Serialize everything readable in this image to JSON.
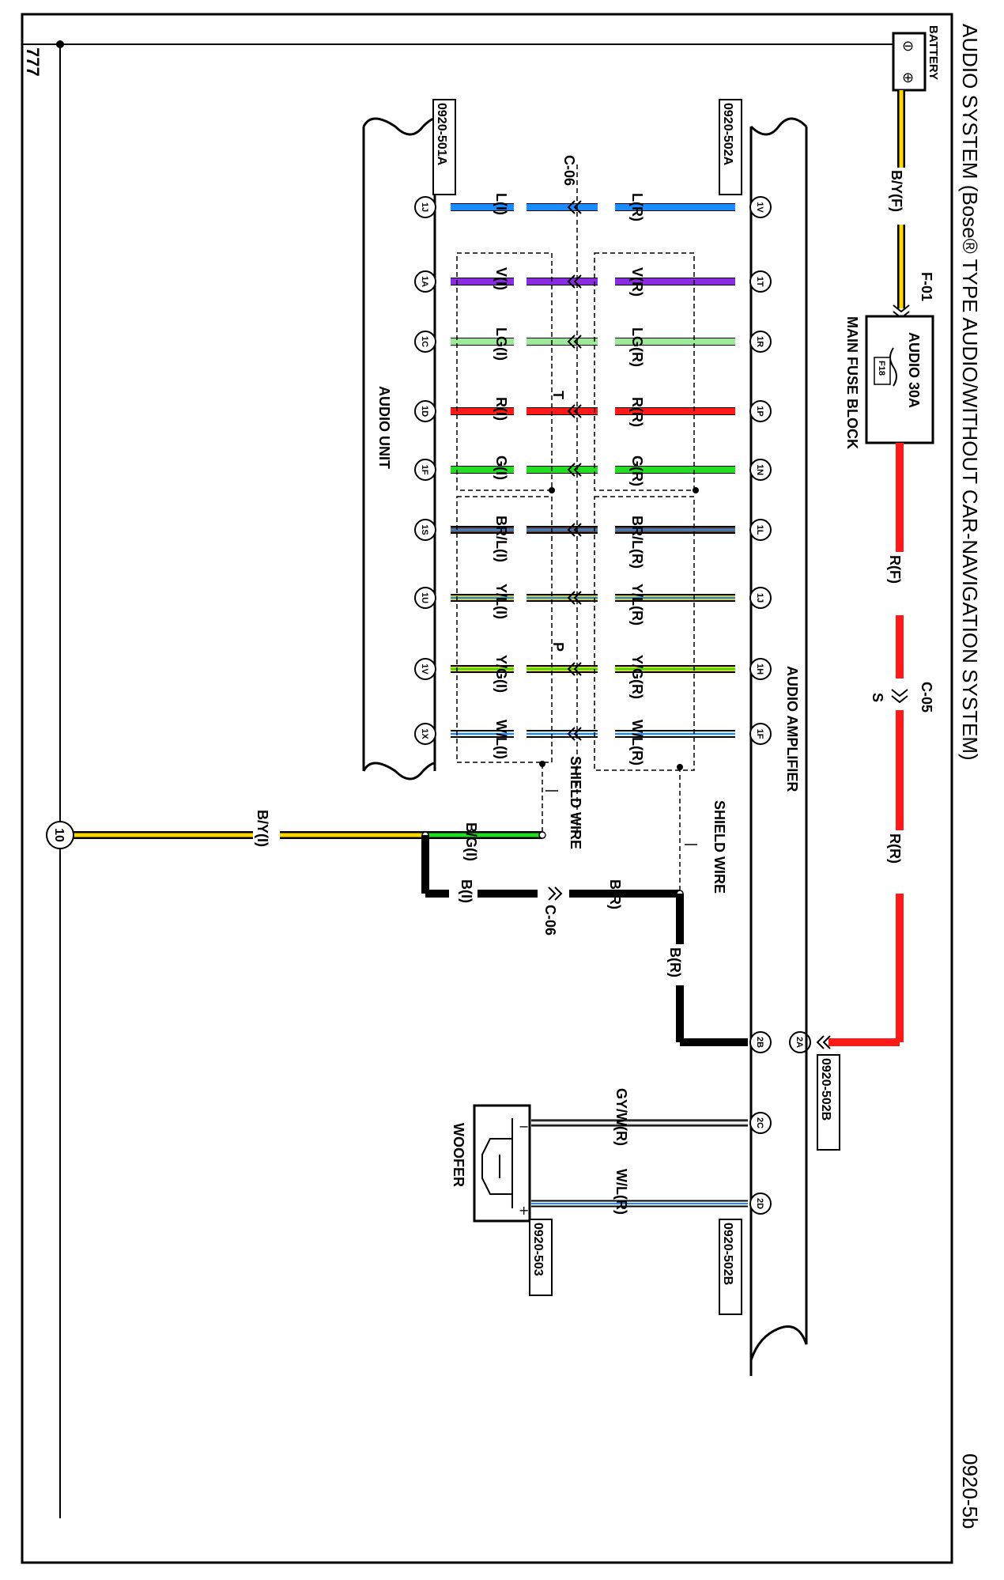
{
  "title": "AUDIO SYSTEM (Bose® TYPE AUDIO/WITHOUT CAR-NAVIGATION SYSTEM)",
  "page_code": "0920-5b",
  "ground_label": "777",
  "battery": {
    "label": "BATTERY",
    "wire": "B/Y(F)"
  },
  "fuse": {
    "connector": "F-01",
    "name": "AUDIO 30A",
    "code": "F18",
    "block": "MAIN FUSE BLOCK"
  },
  "power": {
    "wire_top": "R(F)",
    "connector": "C-05",
    "sublabel": "S",
    "wire_bottom": "R(R)",
    "pin": "2A"
  },
  "connectors": {
    "amp_a": "0920-502A",
    "amp_b_top": "0920-502B",
    "amp_b_bottom": "0920-502B",
    "unit": "0920-501A",
    "woofer": "0920-503"
  },
  "components": {
    "amp": "AUDIO AMPLIFIER",
    "unit": "AUDIO UNIT",
    "woofer": "WOOFER"
  },
  "harness": {
    "connector_label": "C-06",
    "mark_t": "T",
    "mark_p": "P",
    "shield_label": "SHIELD WIRE"
  },
  "wires": [
    {
      "amp_pin": "1V",
      "unit_pin": "1J",
      "left": "L(I)",
      "right": "L(R)"
    },
    {
      "amp_pin": "1T",
      "unit_pin": "1A",
      "left": "V(I)",
      "right": "V(R)"
    },
    {
      "amp_pin": "1R",
      "unit_pin": "1C",
      "left": "LG(I)",
      "right": "LG(R)"
    },
    {
      "amp_pin": "1P",
      "unit_pin": "1D",
      "left": "R(I)",
      "right": "R(R)"
    },
    {
      "amp_pin": "1N",
      "unit_pin": "1F",
      "left": "G(I)",
      "right": "G(R)"
    },
    {
      "amp_pin": "1L",
      "unit_pin": "1S",
      "left": "BR/L(I)",
      "right": "BR/L(R)"
    },
    {
      "amp_pin": "1J",
      "unit_pin": "1U",
      "left": "Y/L(I)",
      "right": "Y/L(R)"
    },
    {
      "amp_pin": "1H",
      "unit_pin": "1V",
      "left": "Y/G(I)",
      "right": "Y/G(R)"
    },
    {
      "amp_pin": "1F",
      "unit_pin": "1X",
      "left": "W/L(I)",
      "right": "W/L(R)"
    }
  ],
  "ground": {
    "bg_wire": "B/G(I)",
    "by_wire": "B/Y(I)",
    "splice": "10",
    "b_left": "B(I)",
    "b_right": "B(R)",
    "b_vertical": "B(R)",
    "connector": "C-06",
    "amp_pin": "2B"
  },
  "woofer_wires": [
    {
      "pin": "2C",
      "label": "GY/W(R)"
    },
    {
      "pin": "2D",
      "label": "W/L(R)"
    }
  ],
  "woofer_terms": {
    "minus": "−",
    "plus": "+"
  },
  "battery_terms": {
    "minus": "⊖",
    "plus": "⊕"
  },
  "colors": {
    "L": "#1a8cff",
    "V": "#8a2be2",
    "LG": "#9ee89a",
    "R": "#ff1a1a",
    "G": "#22dd22",
    "BR": "#8b4513",
    "Y": "#ffd700",
    "W": "#ffffff",
    "B": "#000000",
    "GY": "#a9a9a9"
  }
}
